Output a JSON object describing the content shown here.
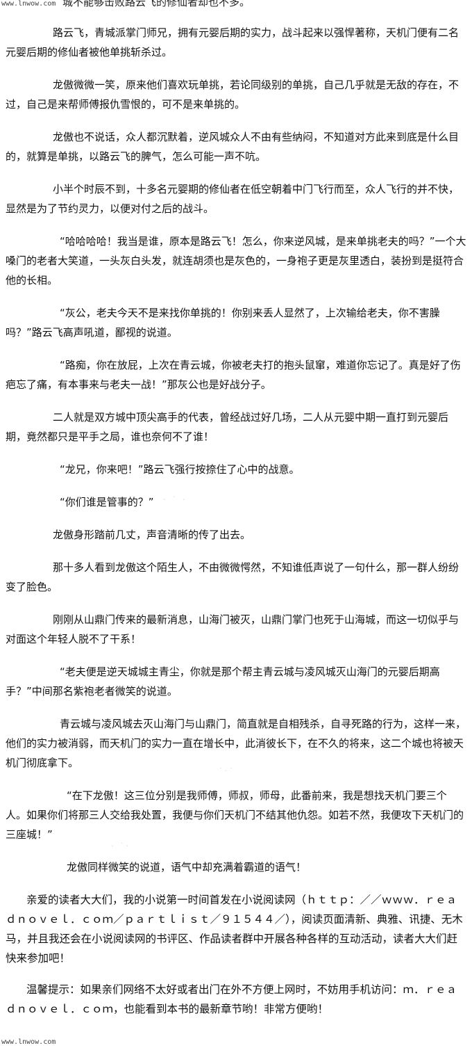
{
  "watermark_top": "www.lnwow.com",
  "watermark_bottom": "www.lnwow.com",
  "clipped_top_line": "城不能够击败路云飞的修仙者却也不多。",
  "paragraphs": [
    "路云飞，青城派掌门师兄，拥有元婴后期的实力，战斗起来以强悍著称，天机门便有二名元婴后期的修仙者被他单挑斩杀过。",
    "龙傲微微一笑，原来他们喜欢玩单挑，若论同级别的单挑，自己几乎就是无敌的存在，不过，自己是来帮师傅报仇雪恨的，可不是来单挑的。",
    "龙傲也不说话，众人都沉默着，逆风城众人不由有些纳闷，不知道对方此来到底是什么目的，就算是单挑，以路云飞的脾气，怎么可能一声不吭。",
    "小半个时辰不到，十多名元婴期的修仙者在低空朝着中门飞行而至，众人飞行的并不快，显然是为了节约灵力，以便对付之后的战斗。",
    "“哈哈哈哈！我当是谁，原本是路云飞！怎么，你来逆风城，是来单挑老夫的吗？”一个大嗓门的老者大笑道，一头灰白头发，就连胡须也是灰色的，一身袍子更是灰里透白，装扮到是挺符合他的长相。",
    "“灰公，老夫今天不是来找你单挑的！你别来丢人显然了，上次输给老夫，你不害臊吗？”路云飞高声吼道，鄙视的说道。",
    "“路痴，你在放屁，上次在青云城，你被老夫打的抱头鼠窜，难道你忘记了。真是好了伤疤忘了痛，有本事来与老夫一战！”那灰公也是好战分子。",
    "二人就是双方城中顶尖高手的代表，曾经战过好几场，二人从元婴中期一直打到元婴后期，竟然都只是平手之局，谁也奈何不了谁！",
    "“龙兄，你来吧！”路云飞强行按捺住了心中的战意。",
    "“你们谁是管事的？”",
    "龙傲身形踏前几丈，声音清晰的传了出去。",
    "那十多人看到龙傲这个陌生人，不由微微愕然，不知谁低声说了一句什么，那一群人纷纷变了脸色。",
    "刚刚从山鼎门传来的最新消息，山海门被灭，山鼎门掌门也死于山海城，而这一切似乎与对面这个年轻人脱不了干系！",
    "“老夫便是逆天城城主青尘，你就是那个帮主青云城与凌风城灭山海门的元婴后期高手？”中间那名紫袍老者微笑的说道。",
    "青云城与凌风城去灭山海门与山鼎门，简直就是自相残杀，自寻死路的行为，这样一来，他们的实力被消弱，而天机门的实力一直在增长中，此消彼长下，在不久的将来，这二个城也将被天机门彻底拿下。",
    "“在下龙傲！这三位分别是我师傅，师叔，师母，此番前来，我是想找天机门要三个人。如果你们将那三人交给我处置，我便与你们天机门不结其他仇怨。如若不然，我便攻下天机门的三座城！”",
    "龙傲同样微笑的说道，语气中却充满着霸道的语气！",
    "亲爱的读者大大们，我的小说第一时间首发在小说阅读网（ｈｔｔｐ：／／ｗｗｗ．ｒｅａｄｎｏｖｅｌ．ｃｏｍ／ｐａｒｔｌｉｓｔ／９１５４４／），阅读页面清新、典雅、讯捷、无木马，并且我还会在小说阅读网的书评区、作品读者群中开展各种各样的互动活动，读者大大们赶快来参加吧！",
    "温馨提示：如果亲们网络不太好或者出门在外不方便上网时，不妨用手机访问：ｍ．ｒｅａｄｎｏｖｅｌ．ｃｏｍ，也能看到本书的最新章节哟！非常方便哟！"
  ]
}
